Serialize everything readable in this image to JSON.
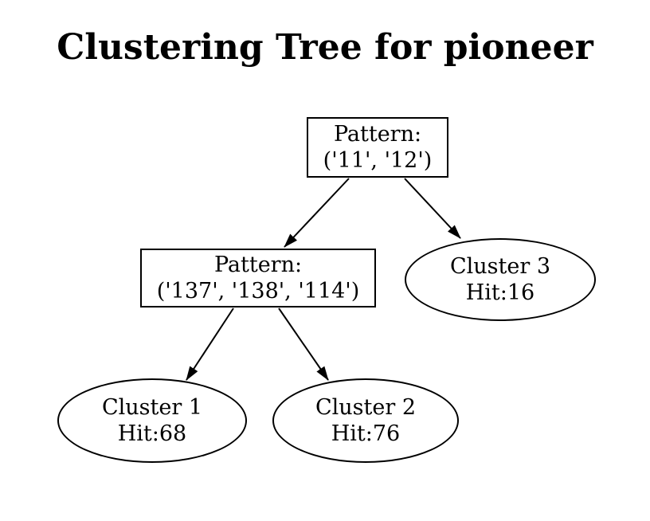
{
  "title": "Clustering Tree for pioneer",
  "nodes": {
    "root": {
      "shape": "box",
      "line1": "Pattern:",
      "line2": "('11', '12')"
    },
    "pattern2": {
      "shape": "box",
      "line1": "Pattern:",
      "line2": "('137', '138', '114')"
    },
    "cluster3": {
      "shape": "ellipse",
      "line1": "Cluster 3",
      "line2": "Hit:16"
    },
    "cluster1": {
      "shape": "ellipse",
      "line1": "Cluster 1",
      "line2": "Hit:68"
    },
    "cluster2": {
      "shape": "ellipse",
      "line1": "Cluster 2",
      "line2": "Hit:76"
    }
  },
  "edges": [
    {
      "from": "root",
      "to": "pattern2"
    },
    {
      "from": "root",
      "to": "cluster3"
    },
    {
      "from": "pattern2",
      "to": "cluster1"
    },
    {
      "from": "pattern2",
      "to": "cluster2"
    }
  ],
  "colors": {
    "background": "#ffffff",
    "stroke": "#000000",
    "text": "#000000"
  }
}
